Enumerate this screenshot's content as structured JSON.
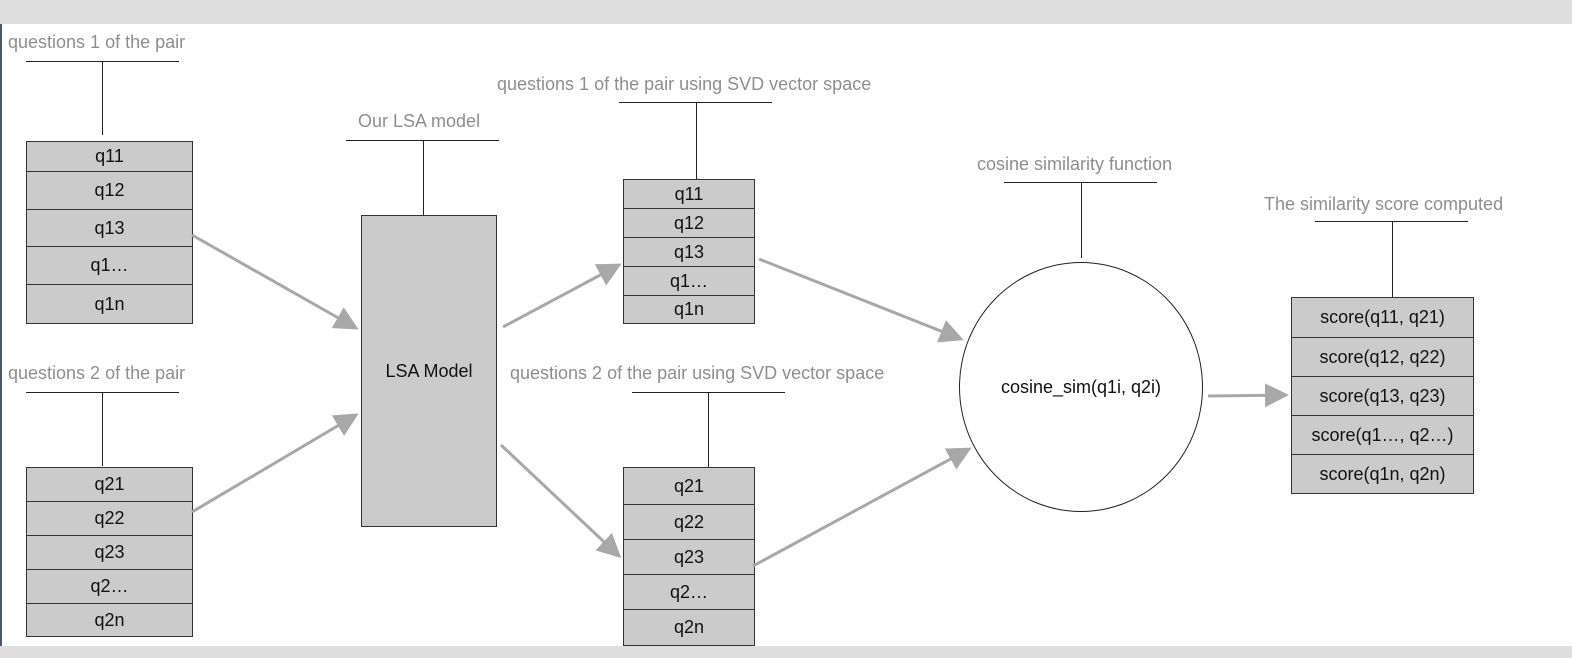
{
  "labels": {
    "q1_input": "questions 1 of the pair",
    "q2_input": "questions 2 of the pair",
    "model": "Our LSA model",
    "q1_svd": "questions 1 of the pair using SVD vector space",
    "q2_svd": "questions 2 of the pair using SVD vector space",
    "cosine": "cosine similarity function",
    "score": "The similarity score computed"
  },
  "q1_items": [
    "q11",
    "q12",
    "q13",
    "q1…",
    "q1n"
  ],
  "q2_items": [
    "q21",
    "q22",
    "q23",
    "q2…",
    "q2n"
  ],
  "q1_svd_items": [
    "q11",
    "q12",
    "q13",
    "q1…",
    "q1n"
  ],
  "q2_svd_items": [
    "q21",
    "q22",
    "q23",
    "q2…",
    "q2n"
  ],
  "model_box": "LSA Model",
  "cosine_fn": "cosine_sim(q1i, q2i)",
  "score_items": [
    "score(q11, q21)",
    "score(q12, q22)",
    "score(q13, q23)",
    "score(q1…, q2…)",
    "score(q1n, q2n)"
  ],
  "colors": {
    "box_fill": "#cbcbcb",
    "arrow": "#a8a8a8",
    "label_text": "#8e8e8e"
  }
}
